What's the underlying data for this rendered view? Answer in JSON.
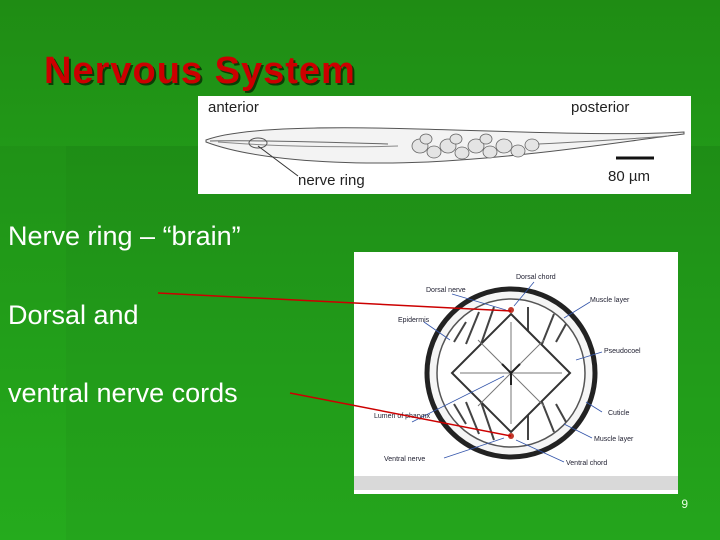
{
  "slide": {
    "title": "Nervous System",
    "bullets": [
      "Nerve ring – “brain”",
      "Dorsal and",
      "ventral nerve cords"
    ],
    "page_number": "9"
  },
  "worm_figure": {
    "label_anterior": "anterior",
    "label_posterior": "posterior",
    "label_nerve_ring": "nerve ring",
    "scale_label": "80 µm"
  },
  "section_figure": {
    "labels": {
      "dorsal_chord": "Dorsal chord",
      "dorsal_nerve": "Dorsal nerve",
      "muscle_layer_top": "Muscle layer",
      "epidermis": "Epidermis",
      "pseudocoel": "Pseudocoel",
      "cuticle": "Cuticle",
      "lumen_of_pharynx": "Lumen of pharynx",
      "muscle_layer_bottom": "Muscle layer",
      "ventral_nerve": "Ventral nerve",
      "ventral_chord": "Ventral chord"
    }
  },
  "colors": {
    "background": "#23a01a",
    "title": "#cc0000",
    "arrow": "#cc0000",
    "text": "#ffffff"
  }
}
